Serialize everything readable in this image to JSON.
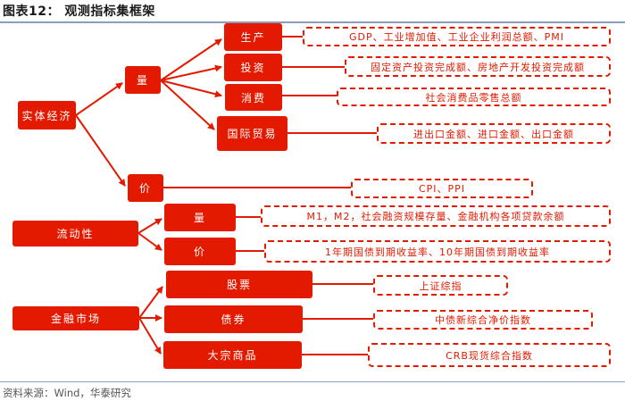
{
  "header": {
    "title": "图表12：  观测指标集框架"
  },
  "footer": {
    "source": "资料来源：Wind，华泰研究"
  },
  "colors": {
    "accent": "#e31a00",
    "rule": "#8c9db8"
  },
  "groups": {
    "real_economy": {
      "label": "实体经济",
      "volume": {
        "label": "量",
        "items": [
          {
            "label": "生产",
            "indicators": "GDP、工业增加值、工业企业利润总额、PMI"
          },
          {
            "label": "投资",
            "indicators": "固定资产投资完成额、房地产开发投资完成额"
          },
          {
            "label": "消费",
            "indicators": "社会消费品零售总额"
          },
          {
            "label": "国际贸易",
            "indicators": "进出口金额、进口金额、出口金额"
          }
        ]
      },
      "price": {
        "label": "价",
        "indicators": "CPI、PPI"
      }
    },
    "liquidity": {
      "label": "流动性",
      "items": [
        {
          "label": "量",
          "indicators": "M1，M2，社会融资规模存量、金融机构各项贷款余额"
        },
        {
          "label": "价",
          "indicators": "1年期国债到期收益率、10年期国债到期收益率"
        }
      ]
    },
    "financial_markets": {
      "label": "金融市场",
      "items": [
        {
          "label": "股票",
          "indicators": "上证综指"
        },
        {
          "label": "债券",
          "indicators": "中债新综合净价指数"
        },
        {
          "label": "大宗商品",
          "indicators": "CRB现货综合指数"
        }
      ]
    }
  }
}
